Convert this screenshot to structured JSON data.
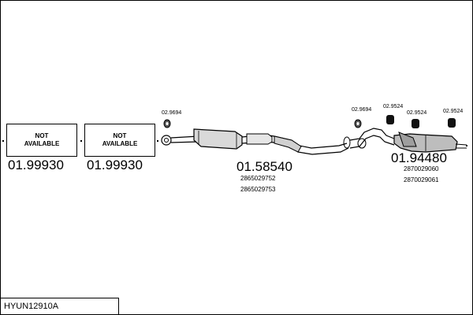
{
  "diagram": {
    "placeholders": [
      {
        "line1": "NOT",
        "line2": "AVAILABLE",
        "part_number": "01.99930"
      },
      {
        "line1": "NOT",
        "line2": "AVAILABLE",
        "part_number": "01.99930"
      }
    ],
    "front_pipe": {
      "part_number": "01.58540",
      "oem_numbers": [
        "2865029752",
        "2865029753"
      ]
    },
    "rear_muffler": {
      "part_number": "01.94480",
      "oem_numbers": [
        "2870029060",
        "2870029061"
      ]
    },
    "fittings": [
      {
        "label": "02.9694"
      },
      {
        "label": "02.9694"
      },
      {
        "label": "02.9524"
      },
      {
        "label": "02.9524"
      },
      {
        "label": "02.9524"
      }
    ]
  },
  "footer": {
    "model_code": "HYUN12910A"
  }
}
